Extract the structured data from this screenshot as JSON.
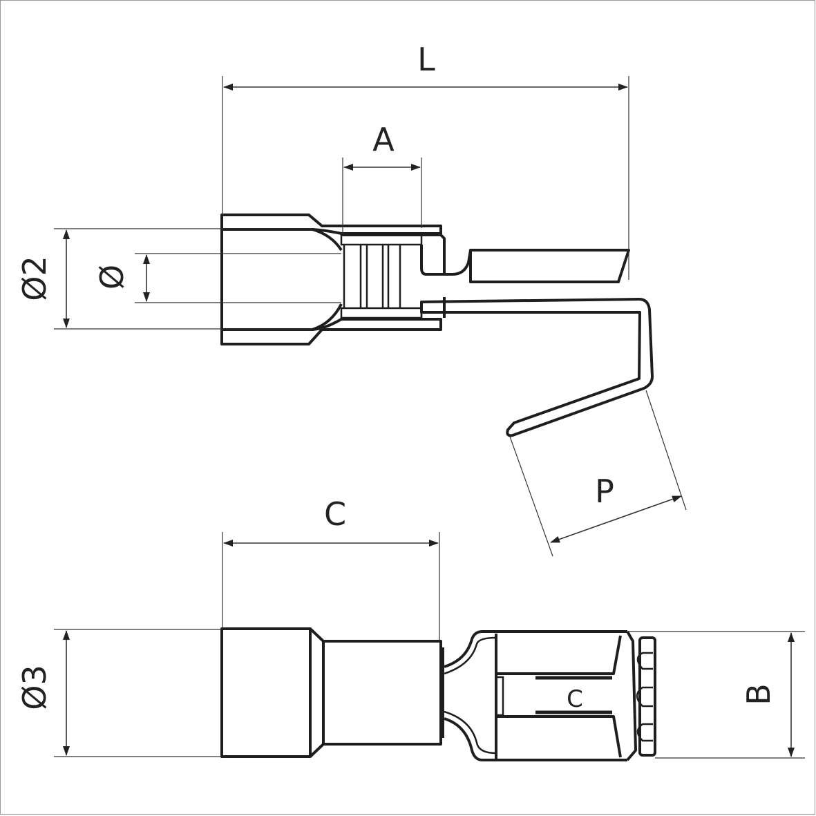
{
  "title": "Female disconnect terminal, insulated - dimension drawing",
  "labels": {
    "length": "L",
    "barrel_length": "A",
    "outer_diameter": "Ø2",
    "inner_diameter": "Ø",
    "tab_offset": "P",
    "insulation_length": "C",
    "insulation_diameter": "Ø3",
    "width": "B",
    "contact_marking": "C"
  },
  "colors": {
    "line": "#1e1e1e",
    "background": "#ffffff"
  }
}
